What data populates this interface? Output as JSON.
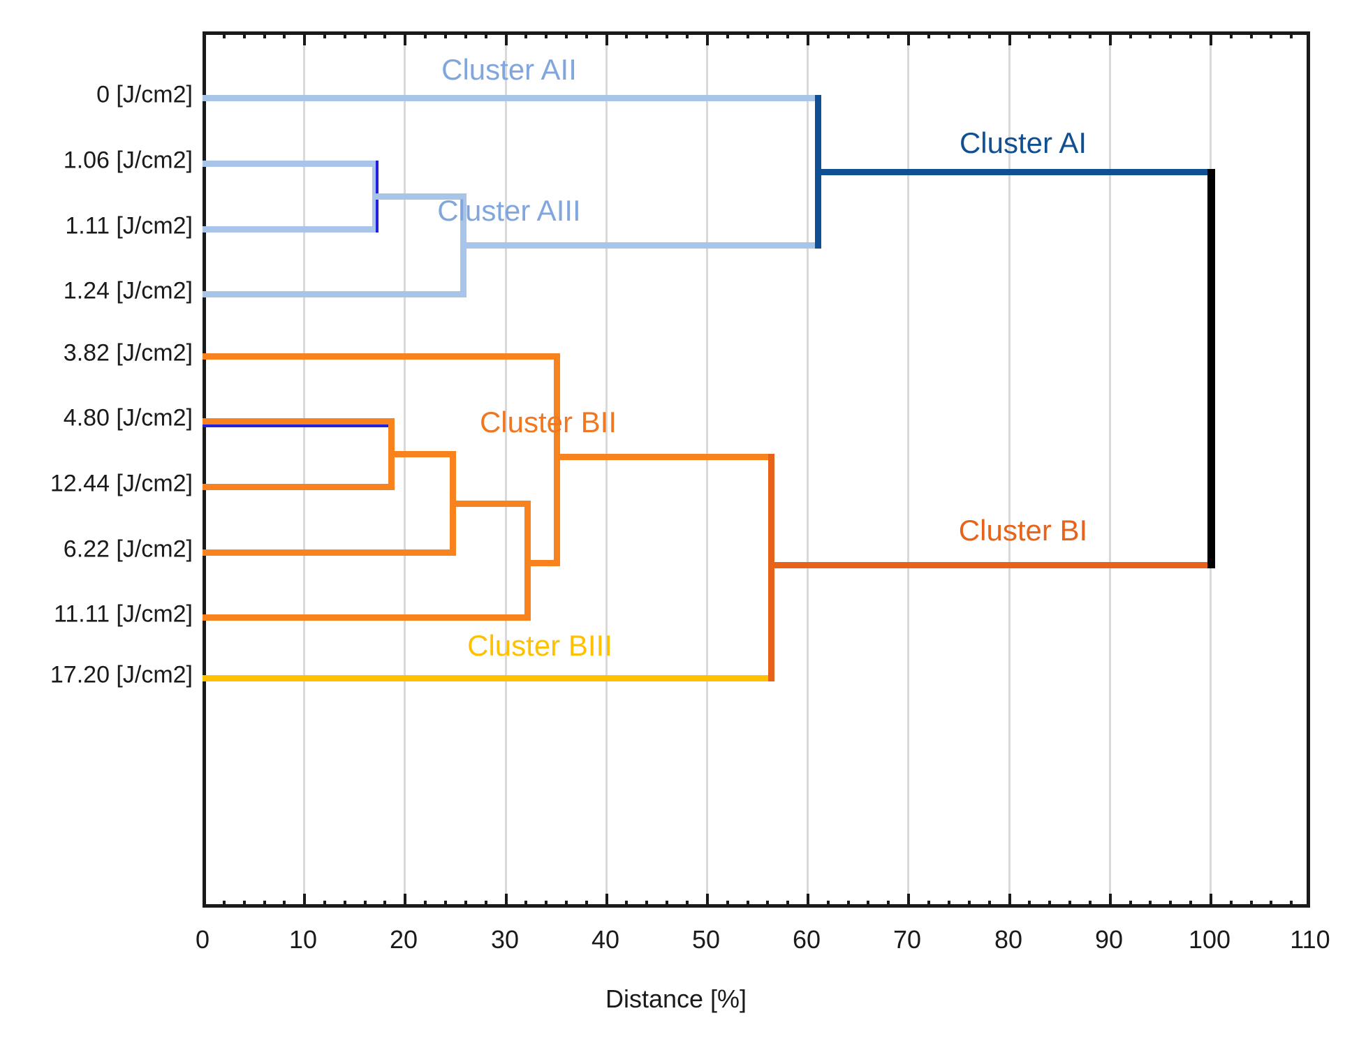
{
  "chart_data": {
    "type": "dendrogram",
    "title": "",
    "xlabel": "Distance [%]",
    "ylabel": "",
    "xlim": [
      0,
      110
    ],
    "xticks": [
      0,
      10,
      20,
      30,
      40,
      50,
      60,
      70,
      80,
      90,
      100,
      110
    ],
    "xtick_labels": [
      "0",
      "10",
      "20",
      "30",
      "40",
      "50",
      "60",
      "70",
      "80",
      "90",
      "100",
      "110"
    ],
    "grid": true,
    "leaves": [
      {
        "label": "0 [J/cm2]",
        "value": 0.0,
        "unit": "J/cm2",
        "color": "#a8c4e8"
      },
      {
        "label": "1.06 [J/cm2]",
        "value": 1.06,
        "unit": "J/cm2",
        "color": "#a8c4e8"
      },
      {
        "label": "1.11 [J/cm2]",
        "value": 1.11,
        "unit": "J/cm2",
        "color": "#a8c4e8"
      },
      {
        "label": "1.24 [J/cm2]",
        "value": 1.24,
        "unit": "J/cm2",
        "color": "#a8c4e8"
      },
      {
        "label": "3.82 [J/cm2]",
        "value": 3.82,
        "unit": "J/cm2",
        "color": "#f7821e"
      },
      {
        "label": "4.80 [J/cm2]",
        "value": 4.8,
        "unit": "J/cm2",
        "color": "#f7821e"
      },
      {
        "label": "12.44 [J/cm2]",
        "value": 12.44,
        "unit": "J/cm2",
        "color": "#f7821e"
      },
      {
        "label": "6.22 [J/cm2]",
        "value": 6.22,
        "unit": "J/cm2",
        "color": "#f7821e"
      },
      {
        "label": "11.11 [J/cm2]",
        "value": 11.11,
        "unit": "J/cm2",
        "color": "#f7821e"
      },
      {
        "label": "17.20 [J/cm2]",
        "value": 17.2,
        "unit": "J/cm2",
        "color": "#ffc000"
      }
    ],
    "merges": [
      {
        "name": "AIII-inner",
        "members": [
          "1.06 [J/cm2]",
          "1.11 [J/cm2]"
        ],
        "distance": 17
      },
      {
        "name": "AIII",
        "members": [
          "AIII-inner",
          "1.24 [J/cm2]"
        ],
        "distance": 26
      },
      {
        "name": "AI",
        "members": [
          "0 [J/cm2]",
          "AIII"
        ],
        "distance": 61
      },
      {
        "name": "BII-a",
        "members": [
          "4.80 [J/cm2]",
          "12.44 [J/cm2]"
        ],
        "distance": 19
      },
      {
        "name": "BII-b",
        "members": [
          "BII-a",
          "6.22 [J/cm2]"
        ],
        "distance": 25
      },
      {
        "name": "BII-c",
        "members": [
          "BII-b",
          "11.11 [J/cm2]"
        ],
        "distance": 32
      },
      {
        "name": "BII",
        "members": [
          "BII-c",
          "3.82 [J/cm2]"
        ],
        "distance": 35
      },
      {
        "name": "BI",
        "members": [
          "BII",
          "17.20 [J/cm2]"
        ],
        "distance": 57
      },
      {
        "name": "root",
        "members": [
          "AI",
          "BI"
        ],
        "distance": 100
      }
    ],
    "annotations": [
      {
        "text": "Cluster AII",
        "x": 25,
        "color": "#80a6dd"
      },
      {
        "text": "Cluster AI",
        "x": 81,
        "color": "#104f91"
      },
      {
        "text": "Cluster AIII",
        "x": 25,
        "color": "#80a6dd"
      },
      {
        "text": "Cluster BII",
        "x": 54,
        "color": "#f07721"
      },
      {
        "text": "Cluster BI",
        "x": 81,
        "color": "#e8631a"
      },
      {
        "text": "Cluster BIII",
        "x": 53,
        "color": "#ffc000"
      }
    ],
    "colors": {
      "cluster_a_light": "#a8c4e8",
      "cluster_a_dark": "#104f91",
      "cluster_a_accent": "#2222dd",
      "cluster_b_orange": "#f7821e",
      "cluster_b_dark_orange": "#e8631a",
      "cluster_b_yellow": "#ffc000",
      "root_black": "#000000",
      "grid": "#d9d9d9",
      "axis": "#1a1a1a"
    }
  },
  "leaf_labels": {
    "l0": "0 [J/cm2]",
    "l1": "1.06 [J/cm2]",
    "l2": "1.11 [J/cm2]",
    "l3": "1.24 [J/cm2]",
    "l4": "3.82 [J/cm2]",
    "l5": "4.80 [J/cm2]",
    "l6": "12.44 [J/cm2]",
    "l7": "6.22 [J/cm2]",
    "l8": "11.11 [J/cm2]",
    "l9": "17.20 [J/cm2]"
  },
  "cluster_labels": {
    "aii": "Cluster AII",
    "ai": "Cluster AI",
    "aiii": "Cluster AIII",
    "bii": "Cluster BII",
    "bi": "Cluster BI",
    "biii": "Cluster BIII"
  },
  "axis": {
    "title": "Distance [%]",
    "t0": "0",
    "t1": "10",
    "t2": "20",
    "t3": "30",
    "t4": "40",
    "t5": "50",
    "t6": "60",
    "t7": "70",
    "t8": "80",
    "t9": "90",
    "t10": "100",
    "t11": "110"
  }
}
